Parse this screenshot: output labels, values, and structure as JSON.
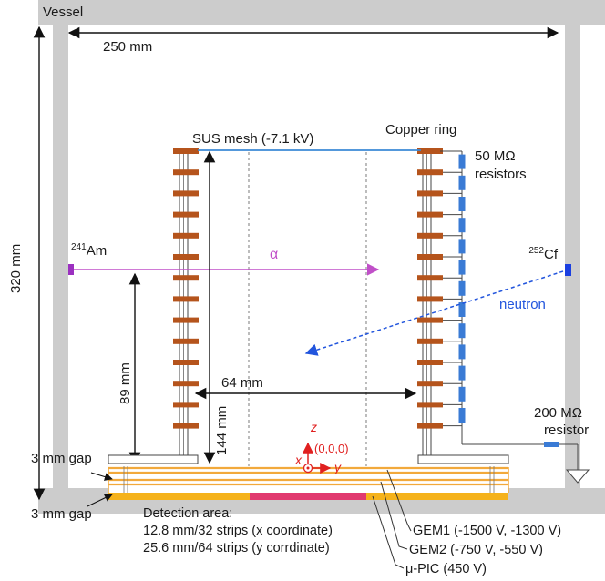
{
  "labels": {
    "vessel": "Vessel",
    "width_dim": "250 mm",
    "height_dim": "320 mm",
    "mesh": "SUS mesh (-7.1 kV)",
    "copper_ring": "Copper ring",
    "resistors_50": [
      "50 MΩ",
      "resistors"
    ],
    "am_sup": "241",
    "am_main": "Am",
    "cf_sup": "252",
    "cf_main": "Cf",
    "alpha": "α",
    "neutron": "neutron",
    "dim_89": "89 mm",
    "dim_64": "64 mm",
    "dim_144": "144 mm",
    "resistor_200": [
      "200 MΩ",
      "resistor"
    ],
    "gap_top": "3 mm gap",
    "gap_bottom": "3 mm gap",
    "axis_z": "z",
    "axis_x": "x",
    "axis_y": "y",
    "origin": "(0,0,0)",
    "detection": [
      "Detection area:",
      "12.8 mm/32 strips (x coordinate)",
      "25.6 mm/64 strips (y corrdinate)"
    ],
    "gem1": "GEM1 (-1500 V, -1300 V)",
    "gem2": "GEM2 (-750 V, -550 V)",
    "upic": "μ-PIC (450 V)"
  },
  "colors": {
    "vessel": "#cccccc",
    "copper": "#b5541c",
    "alpha": "#c04fc8",
    "neutron": "#2255dd",
    "resistor": "#3a7bd5",
    "mesh": "#3c8ad6",
    "gem": "#f2a93b",
    "upic": "#f5b21b",
    "detection": "#e13a6f",
    "origin": "#e02020",
    "am_source": "#9b30c0",
    "cf_source": "#1a3fe0"
  }
}
